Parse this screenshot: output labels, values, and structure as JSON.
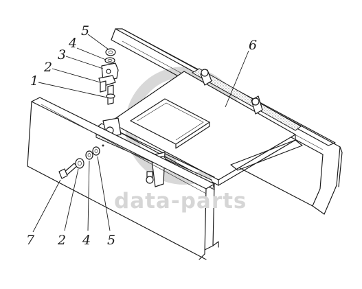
{
  "watermark": {
    "text": "data-parts",
    "logo_color": "#cfcfcf",
    "text_color": "#d6d6d6"
  },
  "callouts": {
    "top": [
      {
        "id": "5",
        "label": "5"
      },
      {
        "id": "4",
        "label": "4"
      },
      {
        "id": "3",
        "label": "3"
      },
      {
        "id": "2",
        "label": "2"
      },
      {
        "id": "1",
        "label": "1"
      },
      {
        "id": "6",
        "label": "6"
      }
    ],
    "bottom": [
      {
        "id": "7",
        "label": "7"
      },
      {
        "id": "2",
        "label": "2"
      },
      {
        "id": "4",
        "label": "4"
      },
      {
        "id": "5",
        "label": "5"
      }
    ]
  },
  "colors": {
    "line": "#1c1c1c",
    "background": "#ffffff"
  }
}
